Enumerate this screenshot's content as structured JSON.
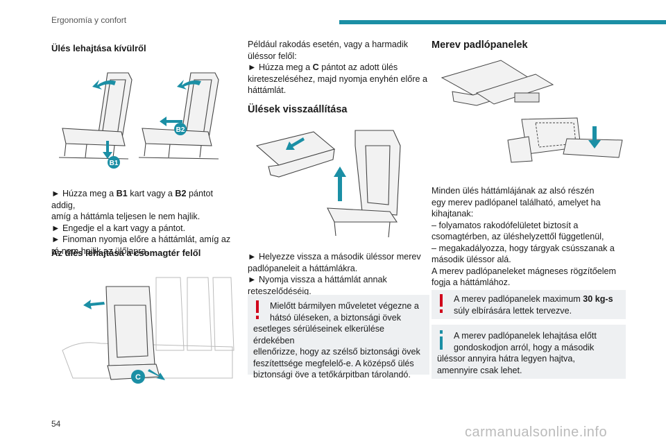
{
  "header": {
    "section": "Ergonomía y confort",
    "accent_color": "#1b8fa5"
  },
  "page_number": "54",
  "watermark": "carmanualsonline.info",
  "left": {
    "heading1": "Ülés lehajtása kívülről",
    "figure1_labels": {
      "b1": "B1",
      "b2": "B2"
    },
    "steps1": [
      {
        "a": "► Húzza meg a ",
        "b": "B1",
        "c": " kart vagy a ",
        "d": "B2",
        "e": " pántot addig,"
      },
      "amíg a háttámla teljesen le nem hajlik.",
      "► Engedje el a kart vagy a pántot.",
      "► Finoman nyomja előre a háttámlát, amíg az",
      "rá nem hajlik az ülőlapra."
    ],
    "heading2": "Az ülés lehajtása a csomagtér felől",
    "figure2_label": "C"
  },
  "middle": {
    "intro": [
      "Például rakodás esetén, vagy a harmadik",
      "üléssor felől:",
      {
        "a": "► Húzza meg a ",
        "b": "C",
        "c": " pántot az adott ülés"
      },
      "kireteszeléséhez, majd nyomja enyhén előre a",
      "háttámlát."
    ],
    "heading": "Ülések visszaállítása",
    "steps": [
      "► Helyezze vissza a második üléssor merev",
      "padlópaneleit a háttámlákra.",
      "► Nyomja vissza a háttámlát annak",
      "reteszelődéséig."
    ],
    "warning": [
      "Mielőtt bármilyen műveletet végezne a",
      "hátsó üléseken, a biztonsági övek",
      "esetleges sérüléseinek elkerülése érdekében",
      "ellenőrizze, hogy az szélső biztonsági övek",
      "feszítettsége megfelelő-e. A középső ülés",
      "biztonsági öve a tetőkárpitban tárolandó."
    ]
  },
  "right": {
    "heading": "Merev padlópanelek",
    "body": [
      "Minden ülés háttámlájának az alsó részén",
      "egy merev padlópanel található, amelyet ha",
      "kihajtanak:",
      "–  folyamatos rakodófelületet biztosít a",
      "csomagtérben, az üléshelyzettől függetlenül,",
      "–  megakadályozza, hogy tárgyak csússzanak a",
      "második üléssor alá.",
      "A merev padlópaneleket mágneses rögzítőelem",
      "fogja a háttámlához."
    ],
    "warning": {
      "a": "A merev padlópanelek maximum ",
      "b": "30 kg-s",
      "c": "súly elbírására lettek tervezve."
    },
    "info": [
      "A merev padlópanelek lehajtása előtt",
      "gondoskodjon arról, hogy a második",
      "üléssor annyira hátra legyen hajtva,",
      "amennyire csak lehet."
    ]
  },
  "colors": {
    "warning": "#d0021b",
    "info": "#1b8fa5",
    "box_bg": "#eef0f2",
    "arrow": "#1b8fa5",
    "label": "#1b8fa5"
  }
}
